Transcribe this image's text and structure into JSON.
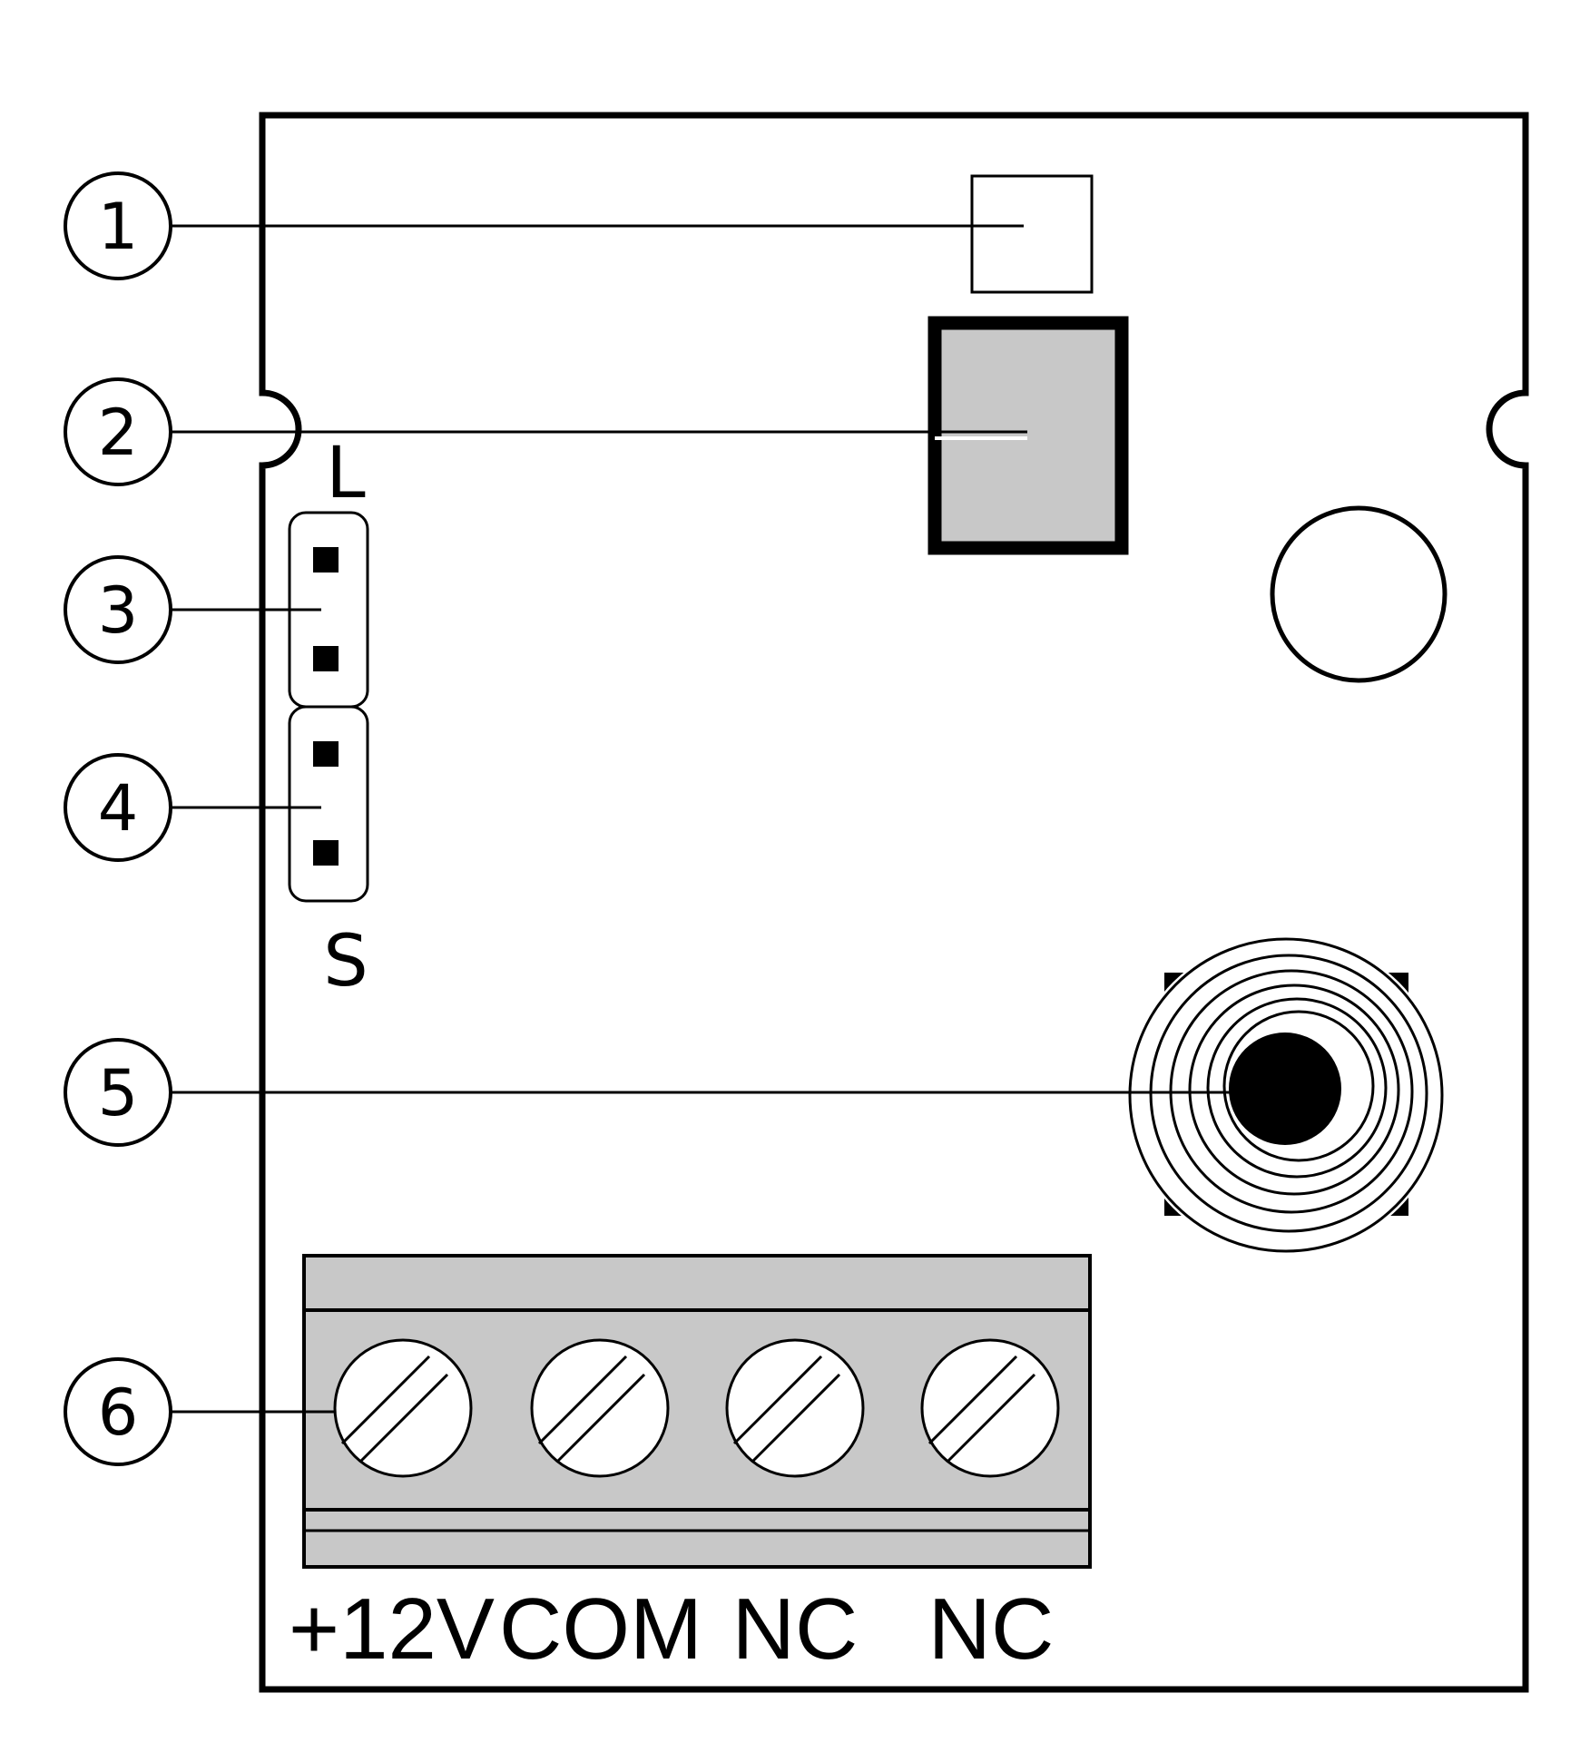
{
  "callouts": [
    {
      "number": "1"
    },
    {
      "number": "2"
    },
    {
      "number": "3"
    },
    {
      "number": "4"
    },
    {
      "number": "5"
    },
    {
      "number": "6"
    }
  ],
  "board": {
    "jumper_top_letter": "L",
    "jumper_bottom_letter": "S"
  },
  "terminal_block": {
    "labels": [
      "+12V",
      "COM",
      "NC",
      "NC"
    ]
  },
  "colors": {
    "line": "#000000",
    "component_fill": "#c8c8c8",
    "background": "#ffffff"
  }
}
